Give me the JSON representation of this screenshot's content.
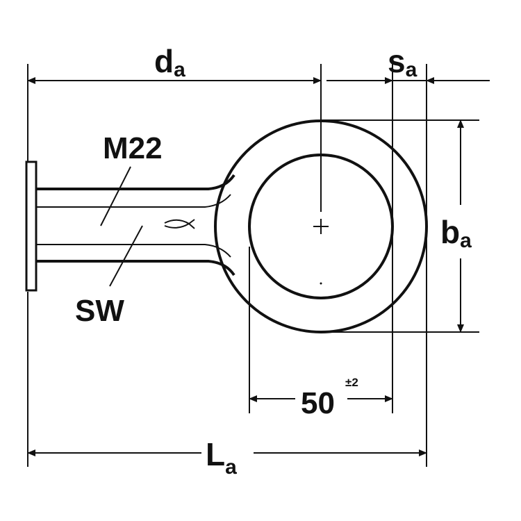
{
  "labels": {
    "da_main": "d",
    "da_sub": "a",
    "sa_main": "s",
    "sa_sub": "a",
    "ba_main": "b",
    "ba_sub": "a",
    "la_main": "L",
    "la_sub": "a",
    "m22": "M22",
    "sw": "SW",
    "dim_50": "50",
    "dim_50_tol": "±2"
  },
  "colors": {
    "line": "#111111",
    "background": "#ffffff"
  }
}
